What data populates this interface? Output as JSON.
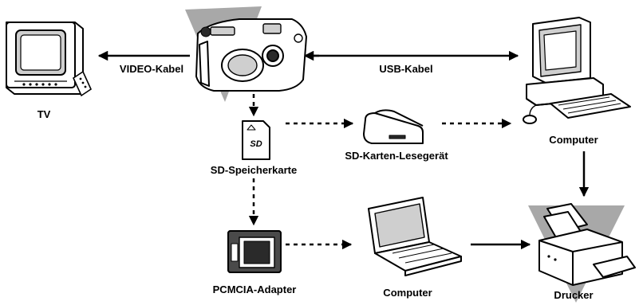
{
  "labels": {
    "tv": "TV",
    "video_cable": "VIDEO-Kabel",
    "usb_cable": "USB-Kabel",
    "sd_card": "SD-Speicherkarte",
    "card_reader": "SD-Karten-Lesegerät",
    "computer_top": "Computer",
    "pcmcia": "PCMCIA-Adapter",
    "computer_bottom": "Computer",
    "printer": "Drucker"
  },
  "sd_logo": "SD",
  "colors": {
    "background": "#ffffff",
    "line": "#000000",
    "shadow": "#a8a8a8",
    "device_fill": "#ffffff",
    "screen_dark": "#2a2a2a",
    "screen_gray": "#cfcfcf"
  }
}
